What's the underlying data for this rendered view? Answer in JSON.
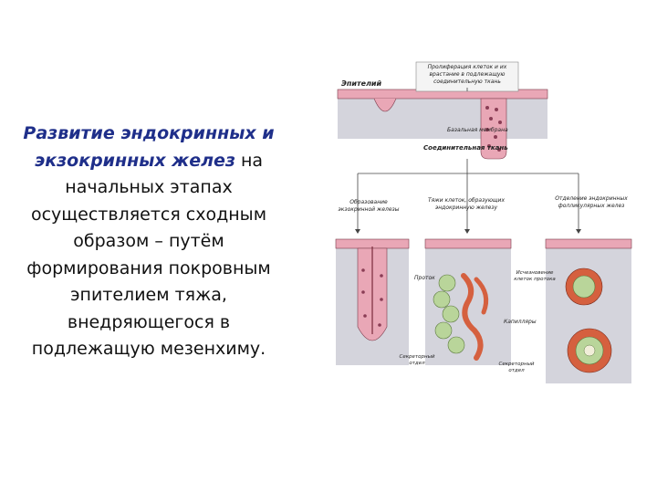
{
  "slide": {
    "text": {
      "highlight": "Развитие эндокринных и экзокринных желез",
      "rest": " на начальных этапах осуществляется сходным образом – путём формирования покровным эпителием тяжа, внедряющегося в подлежащую мезенхиму."
    }
  },
  "diagram": {
    "labels": {
      "epithelium": "Эпителий",
      "proliferation": "Пролиферация клеток и их врастание в подлежащую соединительную ткань",
      "basal_membrane": "Базальная мембрана",
      "connective_tissue": "Соединительная ткань",
      "exocrine_formation": "Образование экзокринной железы",
      "endocrine_cords": "Тяжи клеток, образующих эндокринную железу",
      "follicular_separation": "Отделение эндокринных фолликулярных желез",
      "duct": "Проток",
      "duct_disappearance": "Исчезновение клеток протока",
      "capillaries": "Капилляры",
      "secretory_part_left": "Секреторный отдел",
      "secretory_part_right": "Секреторный отдел"
    },
    "colors": {
      "cell_pink": "#e9a7b6",
      "nucleus": "#8a3d55",
      "tissue_gray": "#d4d4dc",
      "endocrine_green": "#b9d59a",
      "capillary_red": "#d5603f"
    }
  }
}
